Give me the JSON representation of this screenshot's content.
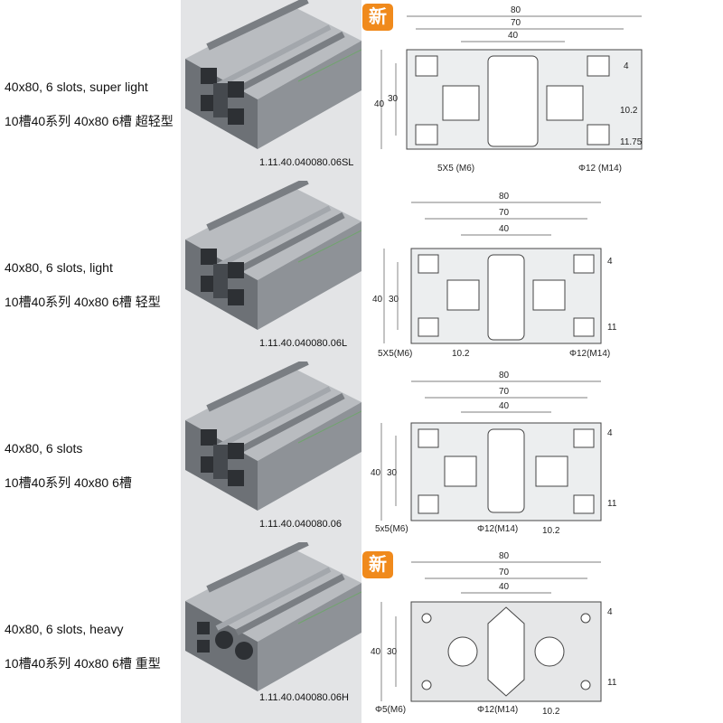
{
  "badge_label": "新",
  "profiles": [
    {
      "title_en": "40x80, 6 slots, super light",
      "title_cn": "10槽40系列 40x80 6槽 超轻型",
      "part_number": "1.11.40.040080.06SL",
      "is_new": true,
      "dims": {
        "w80": "80",
        "w70": "70",
        "w40": "40",
        "h40": "40",
        "h30": "30",
        "d4": "4",
        "d10": "10.2",
        "d11": "11.75",
        "slot": "5X5 (M6)",
        "hole": "Φ12 (M14)"
      }
    },
    {
      "title_en": "40x80, 6 slots, light",
      "title_cn": "10槽40系列 40x80 6槽 轻型",
      "part_number": "1.11.40.040080.06L",
      "is_new": false,
      "dims": {
        "w80": "80",
        "w70": "70",
        "w40": "40",
        "h40": "40",
        "h30": "30",
        "d4": "4",
        "d10": "10.2",
        "d11": "11",
        "slot": "5X5(M6)",
        "hole": "Φ12(M14)"
      }
    },
    {
      "title_en": "40x80, 6 slots",
      "title_cn": "10槽40系列 40x80 6槽",
      "part_number": "1.11.40.040080.06",
      "is_new": false,
      "dims": {
        "w80": "80",
        "w70": "70",
        "w40": "40",
        "h40": "40",
        "h30": "30",
        "d4": "4",
        "d10": "10.2",
        "d11": "11",
        "slot": "5x5(M6)",
        "hole": "Φ12(M14)"
      }
    },
    {
      "title_en": "40x80, 6 slots, heavy",
      "title_cn": "10槽40系列 40x80 6槽 重型",
      "part_number": "1.11.40.040080.06H",
      "is_new": true,
      "dims": {
        "w80": "80",
        "w70": "70",
        "w40": "40",
        "h40": "40",
        "h30": "30",
        "d4": "4",
        "d10": "10.2",
        "d11": "11",
        "slot": "Φ5(M6)",
        "hole": "Φ12(M14)"
      }
    }
  ]
}
